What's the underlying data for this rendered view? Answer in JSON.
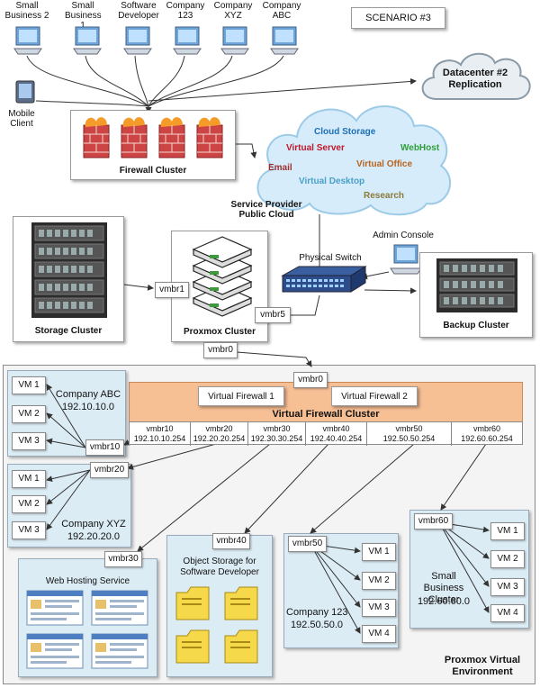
{
  "scenario": "SCENARIO #3",
  "clients": [
    "Small Business 2",
    "Small Business 1",
    "Software Developer",
    "Company 123",
    "Company XYZ",
    "Company ABC"
  ],
  "mobile_client": "Mobile Client",
  "datacenter": "Datacenter #2 Replication",
  "firewall_cluster": "Firewall Cluster",
  "cloud": {
    "items": [
      {
        "text": "Cloud Storage",
        "color": "#1d6fb8"
      },
      {
        "text": "Virtual Server",
        "color": "#c0192c"
      },
      {
        "text": "WebHost",
        "color": "#2e9e3a"
      },
      {
        "text": "Email",
        "color": "#9c2e2e"
      },
      {
        "text": "Virtual Office",
        "color": "#b8641e"
      },
      {
        "text": "Virtual Desktop",
        "color": "#4aa0c8"
      },
      {
        "text": "Research",
        "color": "#8a7a3a"
      }
    ],
    "caption": "Service Provider Public Cloud"
  },
  "admin_console": "Admin Console",
  "physical_switch": "Physical Switch",
  "storage_cluster": "Storage Cluster",
  "proxmox_cluster": "Proxmox Cluster",
  "backup_cluster": "Backup Cluster",
  "bridges": {
    "vmbr0": "vmbr0",
    "vmbr1": "vmbr1",
    "vmbr5": "vmbr5"
  },
  "virtual_firewall_1": "Virtual Firewall 1",
  "virtual_firewall_2": "Virtual Firewall 2",
  "virtual_firewall_cluster": "Virtual Firewall Cluster",
  "ports": [
    {
      "name": "vmbr10",
      "ip": "192.10.10.254"
    },
    {
      "name": "vmbr20",
      "ip": "192.20.20.254"
    },
    {
      "name": "vmbr30",
      "ip": "192.30.30.254"
    },
    {
      "name": "vmbr40",
      "ip": "192.40.40.254"
    },
    {
      "name": "vmbr50",
      "ip": "192.50.50.254"
    },
    {
      "name": "vmbr60",
      "ip": "192.60.60.254"
    }
  ],
  "company_abc": {
    "name": "Company ABC",
    "net": "192.10.10.0",
    "bridge": "vmbr10",
    "vms": [
      "VM 1",
      "VM 2",
      "VM 3"
    ]
  },
  "company_xyz": {
    "name": "Company XYZ",
    "net": "192.20.20.0",
    "bridge": "vmbr20",
    "vms": [
      "VM 1",
      "VM 2",
      "VM 3"
    ]
  },
  "web_hosting": {
    "name": "Web Hosting Service",
    "bridge": "vmbr30"
  },
  "object_storage": {
    "name": "Object Storage for Software Developer",
    "bridge": "vmbr40"
  },
  "company_123": {
    "name": "Company 123",
    "net": "192.50.50.0",
    "bridge": "vmbr50",
    "vms": [
      "VM 1",
      "VM 2",
      "VM 3",
      "VM 4"
    ]
  },
  "small_business": {
    "name": "Small Business Cluster",
    "net": "192.60.60.0",
    "bridge": "vmbr60",
    "vms": [
      "VM 1",
      "VM 2",
      "VM 3",
      "VM 4"
    ]
  },
  "pve": "Proxmox Virtual Environment"
}
